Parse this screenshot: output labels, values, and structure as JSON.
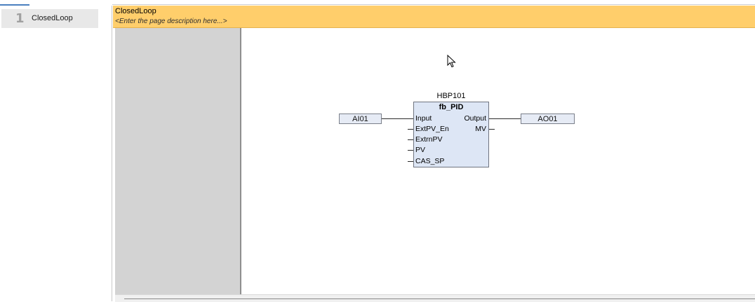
{
  "page_list": {
    "items": [
      {
        "number": "1",
        "name": "ClosedLoop"
      }
    ]
  },
  "page_header": {
    "title": "ClosedLoop",
    "description": "<Enter the page description here...>"
  },
  "diagram": {
    "function_block": {
      "instance": "HBP101",
      "type": "fb_PID",
      "inputs": [
        "Input",
        "ExtPV_En",
        "ExtrnPV",
        "PV",
        "CAS_SP"
      ],
      "outputs": [
        "Output",
        "MV"
      ]
    },
    "input_variable": "AI01",
    "output_variable": "AO01"
  },
  "colors": {
    "header_bg": "#ffce6b",
    "block_fill": "#dde6f5",
    "variable_fill": "#e6ebf5",
    "margin_gray": "#d3d3d3"
  }
}
